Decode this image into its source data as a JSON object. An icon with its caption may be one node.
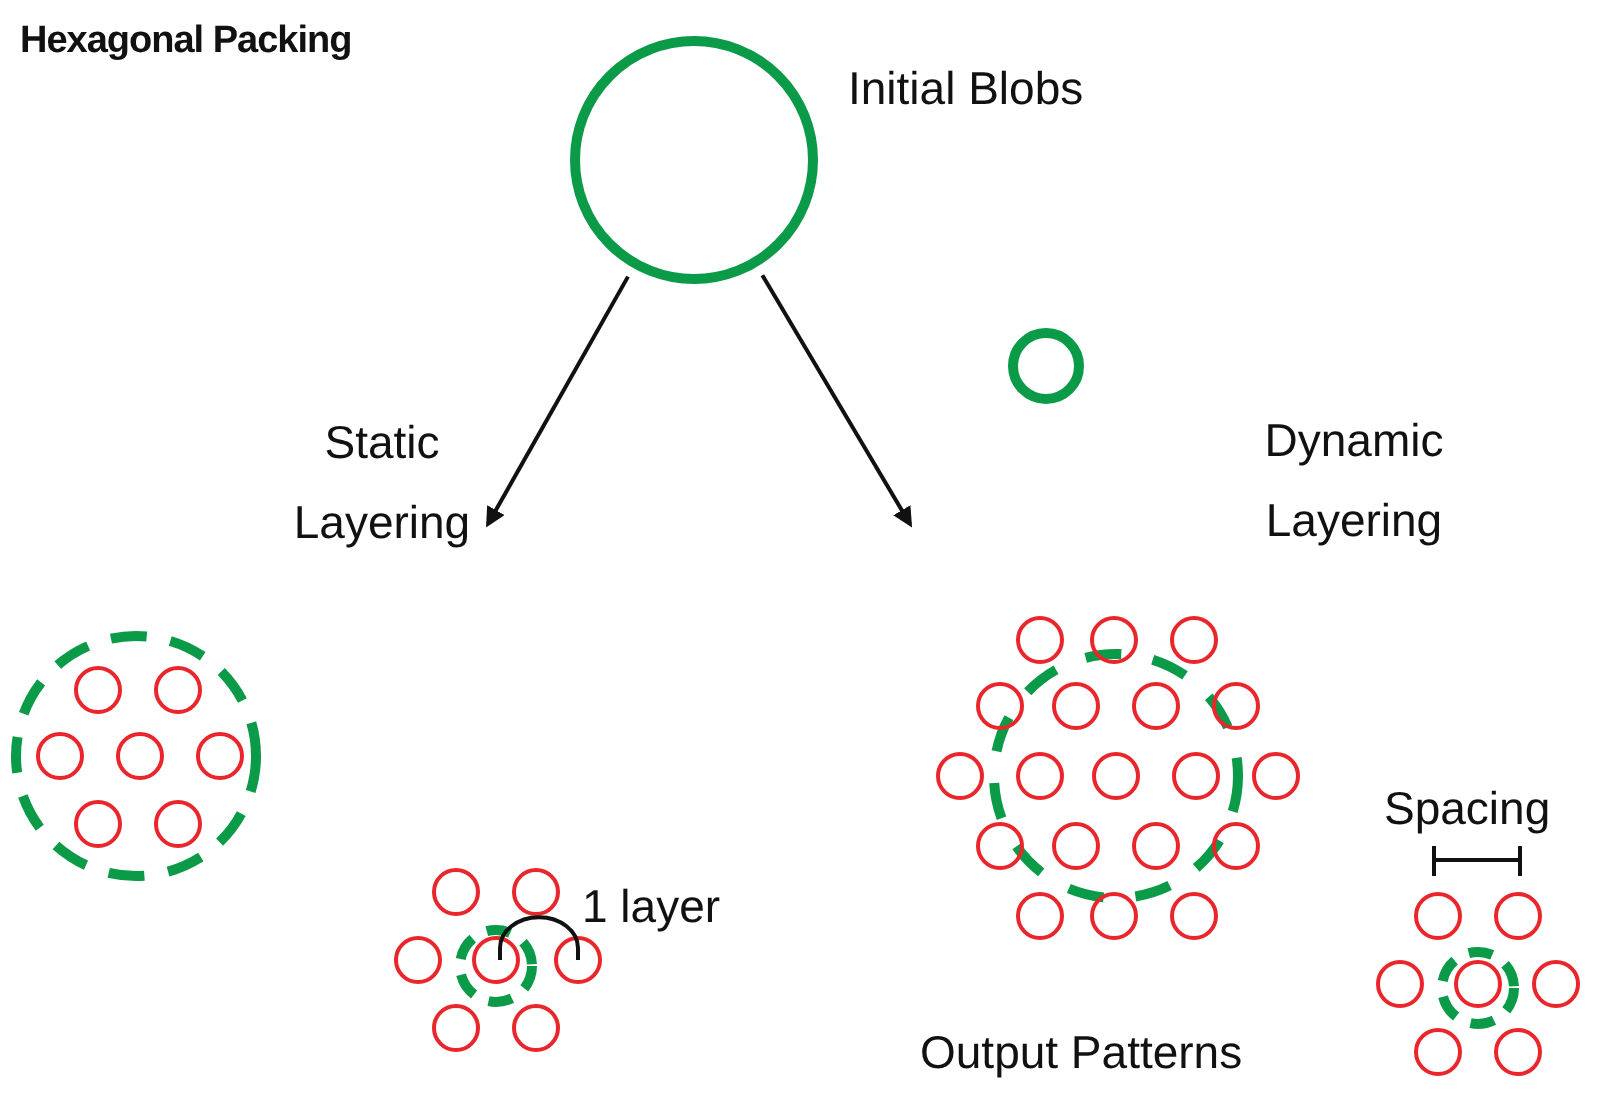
{
  "diagram": {
    "title": "Hexagonal Packing",
    "nodes": [
      {
        "text": [],
        "shape": "circle",
        "beside": [
          "Initial Blobs"
        ]
      },
      {
        "text": [],
        "shape": "circle"
      },
      {
        "text": [
          "Static Layering"
        ]
      }
    ],
    "edges": [
      {
        "from": 0,
        "to": 2,
        "arrow": "to"
      },
      {
        "from": 0,
        "to": null,
        "arrow": "to"
      }
    ],
    "labels": [
      "Dynamic Layering",
      "1 layer",
      "Spacing",
      "Output Patterns"
    ]
  }
}
